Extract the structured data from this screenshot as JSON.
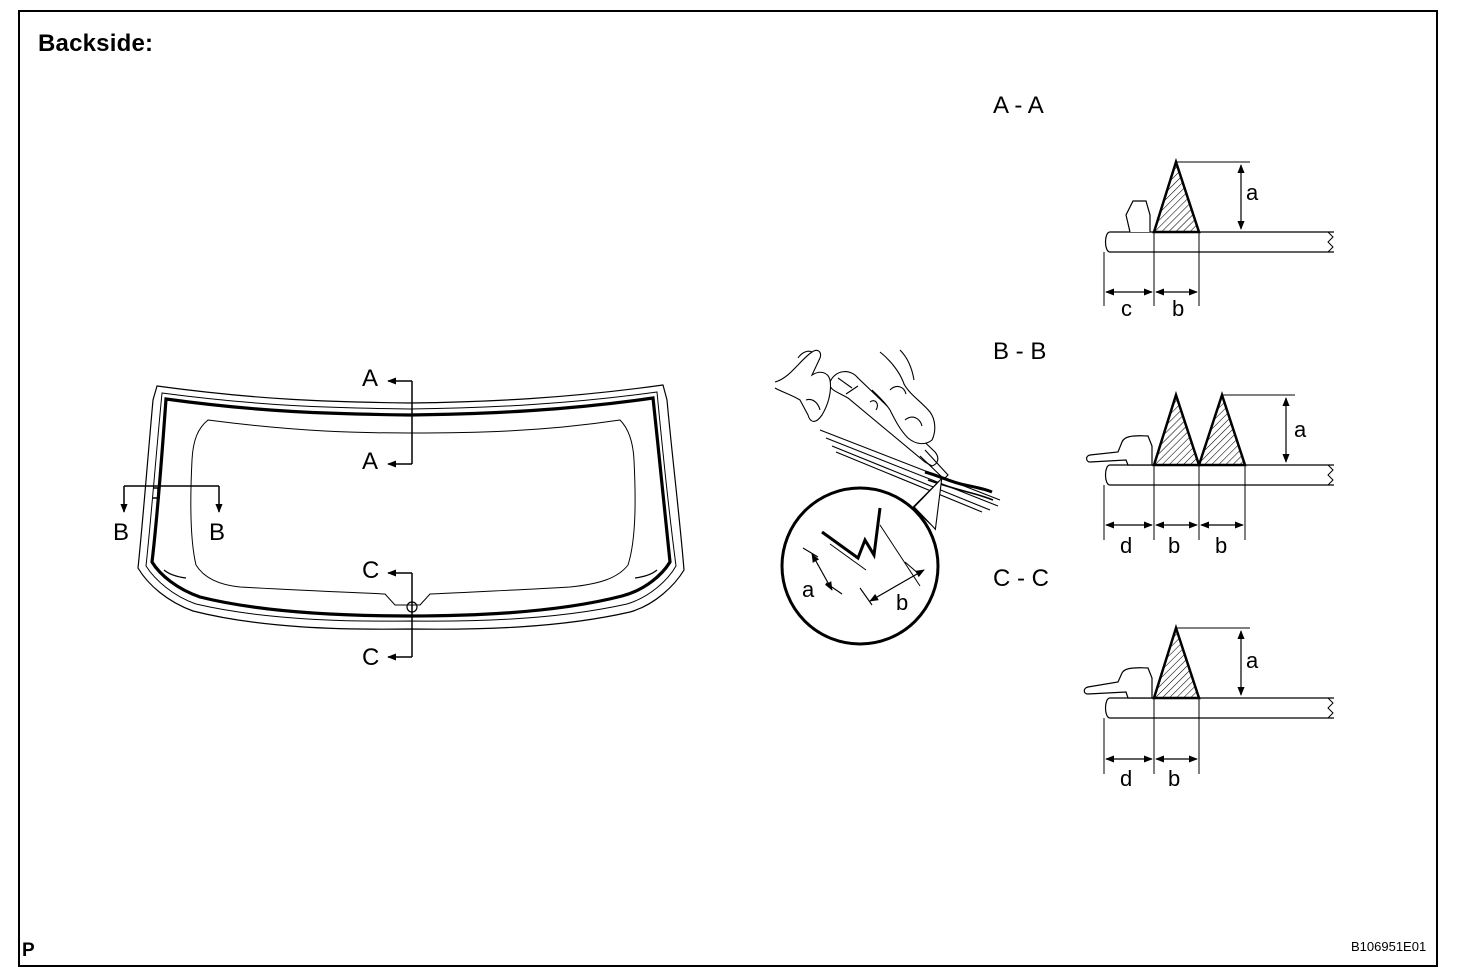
{
  "page_title": "Backside:",
  "corner_mark": "P",
  "figure_code": "B106951E01",
  "glass": {
    "section_markers": [
      {
        "id": "A",
        "labels": [
          "A",
          "A"
        ]
      },
      {
        "id": "B",
        "labels": [
          "B",
          "B"
        ]
      },
      {
        "id": "C",
        "labels": [
          "C",
          "C"
        ]
      }
    ]
  },
  "application_detail": {
    "labels": [
      "a",
      "b"
    ]
  },
  "sections": [
    {
      "title": "A - A",
      "height_label": "a",
      "width_labels": [
        "c",
        "b"
      ]
    },
    {
      "title": "B - B",
      "height_label": "a",
      "width_labels": [
        "d",
        "b",
        "b"
      ]
    },
    {
      "title": "C - C",
      "height_label": "a",
      "width_labels": [
        "d",
        "b"
      ]
    }
  ],
  "colors": {
    "line": "#000000",
    "background": "#ffffff"
  }
}
